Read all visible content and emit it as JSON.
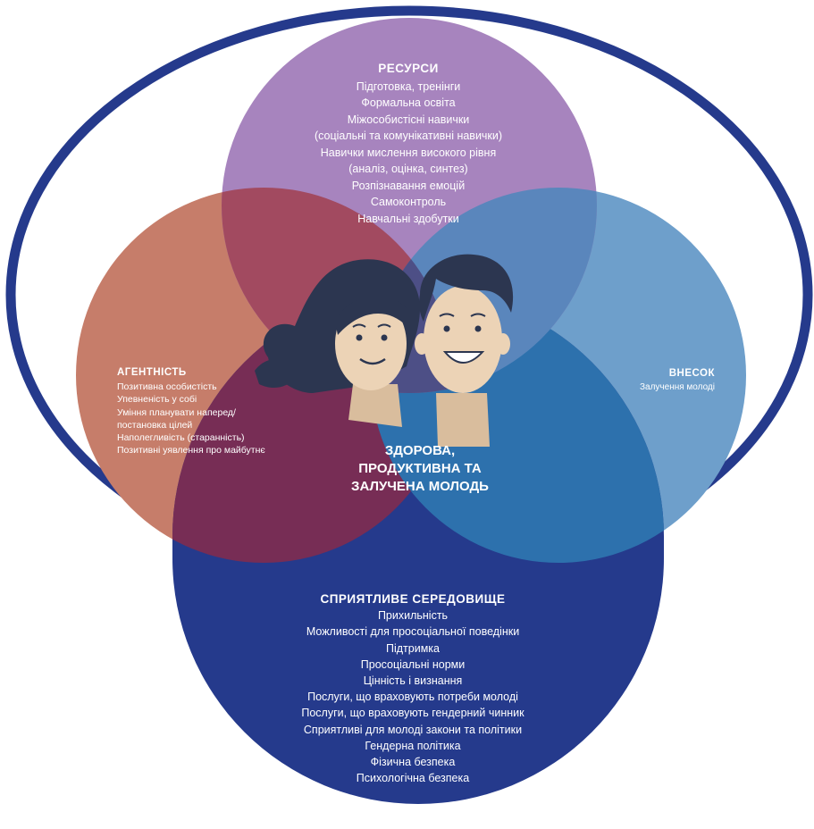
{
  "diagram": {
    "resources": {
      "title": "РЕСУРСИ",
      "items": [
        "Підготовка, тренінги",
        "Формальна освіта",
        "Міжособистісні навички",
        "(соціальні та комунікативні навички)",
        "Навички мислення високого рівня",
        "(аналіз, оцінка, синтез)",
        "Розпізнавання емоцій",
        "Самоконтроль",
        "Навчальні здобутки"
      ]
    },
    "agency": {
      "title": "АГЕНТНІСТЬ",
      "items": [
        "Позитивна особистість",
        "Упевненість у собі",
        "Уміння планувати наперед/",
        "постановка цілей",
        "Наполегливість (старанність)",
        "Позитивні уявлення про майбутнє"
      ]
    },
    "contribution": {
      "title": "ВНЕСОК",
      "items": [
        "Залучення молоді"
      ]
    },
    "center": {
      "lines": [
        "ЗДОРОВА,",
        "ПРОДУКТИВНА ТА",
        "ЗАЛУЧЕНА МОЛОДЬ"
      ]
    },
    "environment": {
      "title": "СПРИЯТЛИВЕ СЕРЕДОВИЩЕ",
      "items": [
        "Прихильність",
        "Можливості для просоціальної поведінки",
        "Підтримка",
        "Просоціальні норми",
        "Цінність і визнання",
        "Послуги, що враховують потреби молоді",
        "Послуги, що враховують гендерний чинник",
        "Сприятливі для молоді закони та політики",
        "Гендерна політика",
        "Фізична безпека",
        "Психологічна безпека"
      ]
    }
  },
  "colors": {
    "outer_ring": "#253a8c",
    "resources": "#a784be",
    "agency": "#c67d6a",
    "contribution": "#6e9fcb",
    "environment": "#253a8c",
    "overlap_resources_agency": "#a24a60",
    "overlap_resources_contribution": "#5a86bc",
    "overlap_agency_environment": "#772d55",
    "overlap_contribution_environment": "#2d71ad",
    "skin": "#ecd3b6",
    "hair": "#2c3650"
  },
  "illustration": {
    "figures": [
      "woman-figure",
      "man-figure"
    ]
  }
}
